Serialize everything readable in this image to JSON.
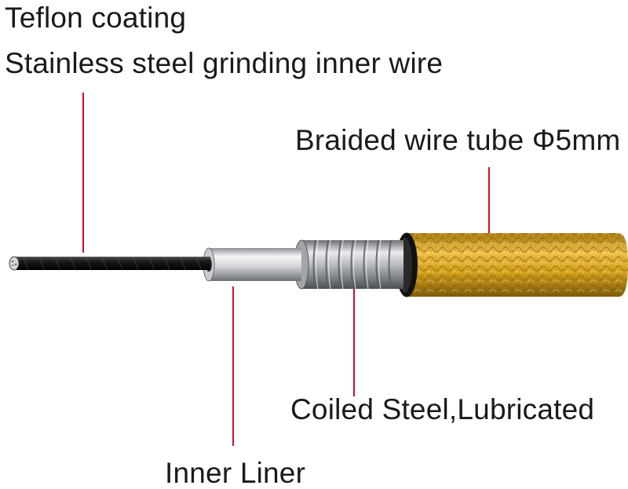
{
  "labels": {
    "teflon": "Teflon coating",
    "stainless": "Stainless steel grinding inner wire",
    "braided": "Braided wire tube Φ5mm",
    "coiled": "Coiled Steel,Lubricated",
    "liner": "Inner Liner"
  },
  "colors": {
    "leader_line": "#c8102e",
    "braid_gold": "#d9a520",
    "braid_dark": "#8a6208",
    "steel": "#b9bcc1",
    "inner_wire": "#151515",
    "text": "#1a1a1a"
  }
}
